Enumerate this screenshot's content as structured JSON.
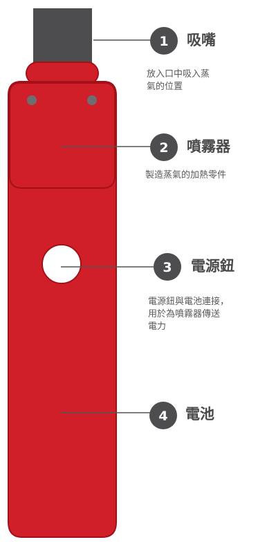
{
  "colors": {
    "device_body": "#d11f2a",
    "device_outline": "#a31018",
    "mouthpiece": "#4d4d4f",
    "badge": "#4d4d4f",
    "badge_text": "#ffffff",
    "leader_line": "#555555",
    "button_fill": "#ffffff",
    "dot": "#6e6e70"
  },
  "parts": [
    {
      "number": "1",
      "title": "吸嘴",
      "description": "放入口中吸入蒸\n氣的位置"
    },
    {
      "number": "2",
      "title": "噴霧器",
      "description": "製造蒸氣的加熱零件"
    },
    {
      "number": "3",
      "title": "電源鈕",
      "description": "電源鈕與電池連接，\n用於為噴霧器傳送\n電力"
    },
    {
      "number": "4",
      "title": "電池",
      "description": ""
    }
  ]
}
